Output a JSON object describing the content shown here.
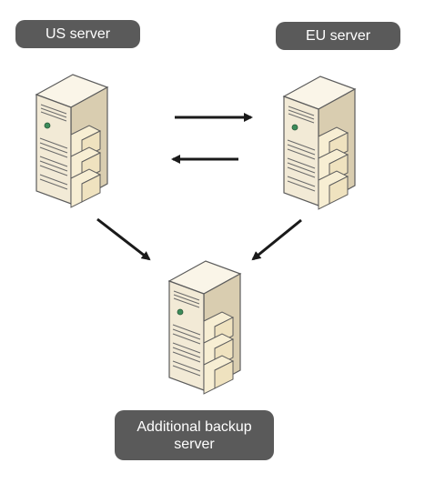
{
  "nodes": {
    "us": {
      "label": "US server"
    },
    "eu": {
      "label": "EU server"
    },
    "backup": {
      "label": "Additional backup\nserver"
    }
  },
  "edges": [
    {
      "from": "us",
      "to": "eu",
      "style": "arrow"
    },
    {
      "from": "eu",
      "to": "us",
      "style": "arrow"
    },
    {
      "from": "us",
      "to": "backup",
      "style": "arrow"
    },
    {
      "from": "eu",
      "to": "backup",
      "style": "arrow"
    }
  ],
  "colors": {
    "label_bg": "#5a5a5a",
    "label_text": "#ffffff",
    "arrow": "#1a1a1a",
    "server_front": "#f2ead6",
    "server_side": "#d9cdb0",
    "server_top": "#faf5e8",
    "server_outline": "#5c5c5c",
    "drive_bay": "#f7eed3",
    "indicator": "#3c8c5a"
  },
  "icons": [
    "server-icon"
  ]
}
